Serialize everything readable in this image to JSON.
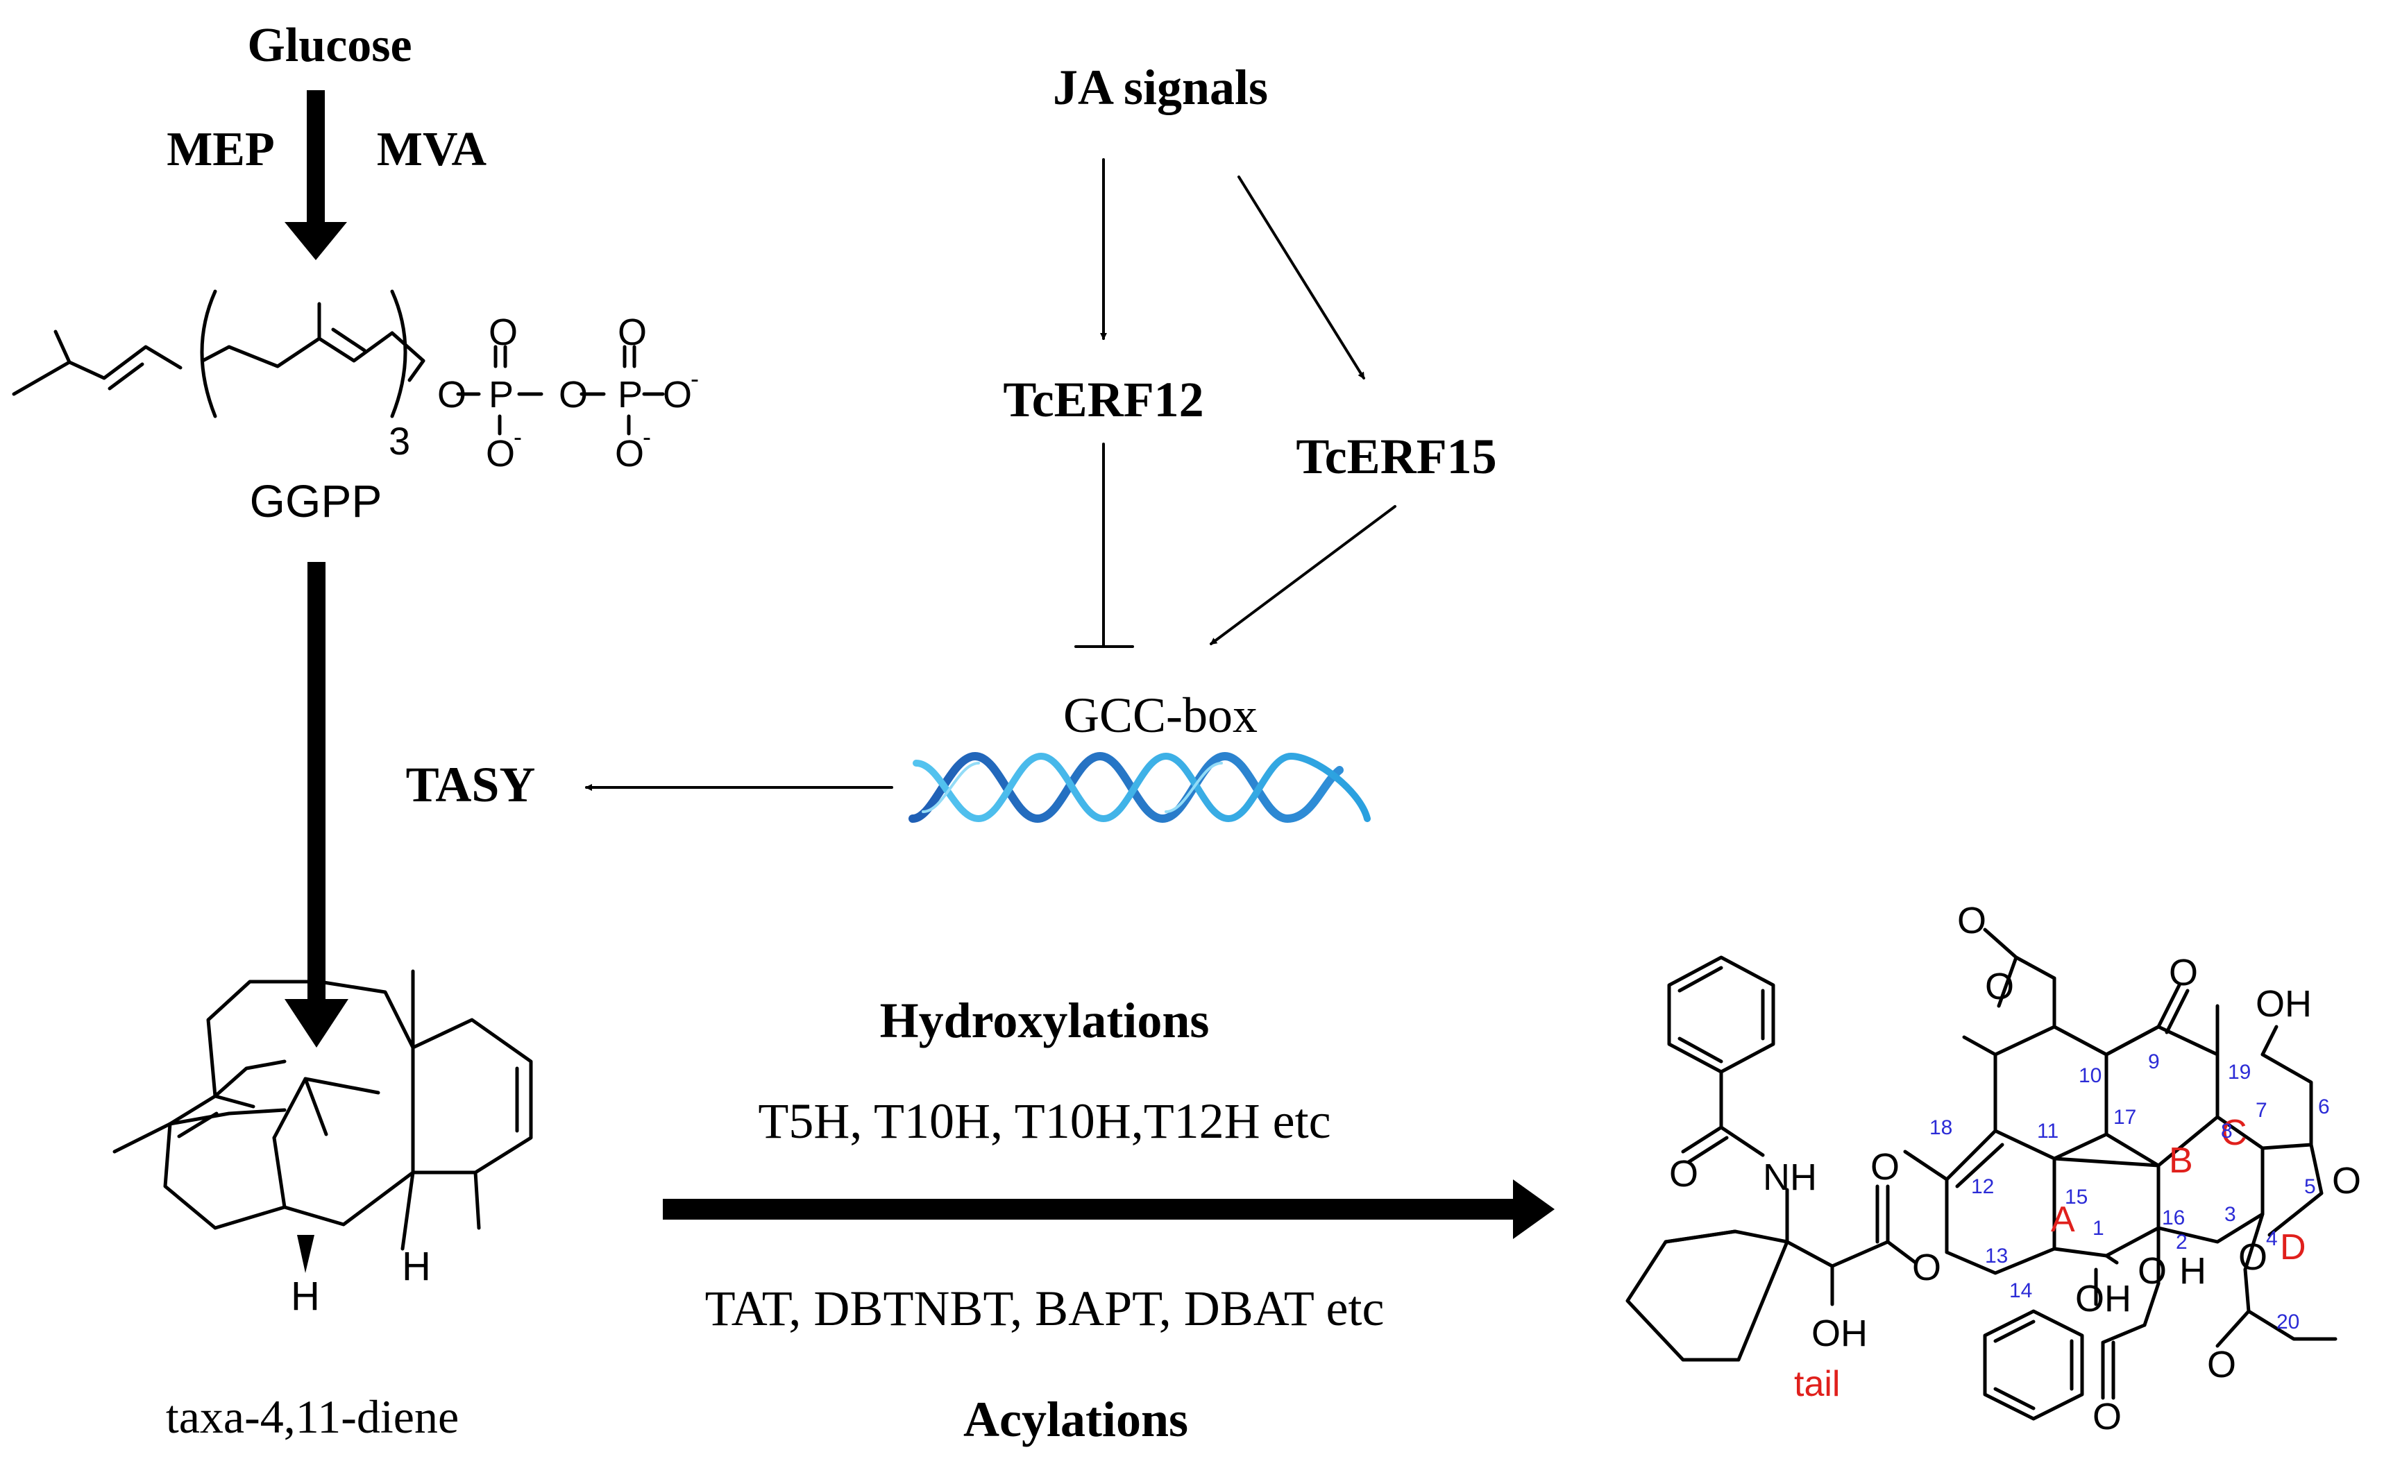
{
  "top": {
    "glucose": "Glucose",
    "mep": "MEP",
    "mva": "MVA"
  },
  "ggpp": {
    "label": "GGPP",
    "subscript": "3",
    "o_label": "O",
    "p_label": "P",
    "o_minus": "O",
    "minus": "-"
  },
  "signaling": {
    "ja": "JA signals",
    "erf12": "TcERF12",
    "erf15": "TcERF15",
    "gcc": "GCC-box",
    "tasy": "TASY"
  },
  "taxadiene": {
    "label": "taxa-4,11-diene",
    "h": "H"
  },
  "reactions": {
    "hydroxylations": "Hydroxylations",
    "hydroxylases": "T5H, T10H, T10H,T12H etc",
    "acyltransferases": "TAT, DBTNBT, BAPT, DBAT etc",
    "acylations": "Acylations"
  },
  "taxol": {
    "atoms": {
      "oh": "OH",
      "nh": "NH",
      "o": "O",
      "h": "H"
    },
    "rings": [
      "A",
      "B",
      "C",
      "D"
    ],
    "numbers": [
      "1",
      "2",
      "3",
      "4",
      "5",
      "6",
      "7",
      "8",
      "9",
      "10",
      "11",
      "12",
      "13",
      "14",
      "15",
      "16",
      "17",
      "18",
      "19",
      "20"
    ],
    "tail": "tail"
  },
  "colors": {
    "atom_number": "#2b2bd6",
    "ring_label": "#e0201c",
    "dna_dark": "#1f5fb5",
    "dna_light": "#3fb0e6"
  }
}
